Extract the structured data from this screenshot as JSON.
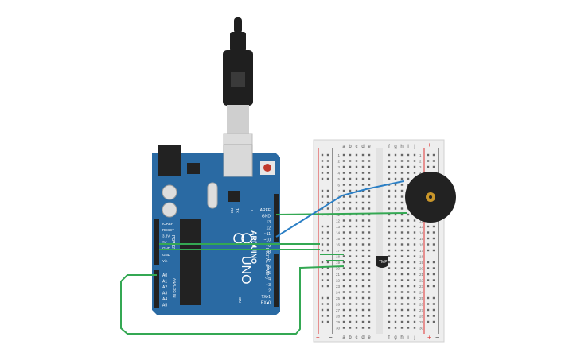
{
  "board": {
    "model": "UNO",
    "brand": "ARDUINO",
    "digital_header_label": "DIGITAL (PWM~)",
    "power_header_label": "POWER",
    "analog_header_label": "ANALOG IN",
    "tx_label": "TX",
    "rx_label": "RX",
    "on_label": "ON",
    "l_label": "L",
    "top_pins": [
      "AREF",
      "GND",
      "13",
      "12",
      "~11",
      "~10",
      "~9",
      "8"
    ],
    "mid_pins": [
      "7",
      "~6",
      "~5",
      "4",
      "~3",
      "2",
      "TX▸1",
      "RX◂0"
    ],
    "power_pins": [
      "IOREF",
      "RESET",
      "3.3V",
      "5V",
      "GND",
      "GND",
      "Vin"
    ],
    "analog_pins": [
      "A0",
      "A1",
      "A2",
      "A3",
      "A4",
      "A5"
    ]
  },
  "breadboard": {
    "columns_left": [
      "a",
      "b",
      "c",
      "d",
      "e"
    ],
    "columns_right": [
      "f",
      "g",
      "h",
      "i",
      "j"
    ],
    "rail_plus": "+",
    "rail_minus": "−",
    "rows": 30
  },
  "sensor": {
    "label": "TMP"
  },
  "colors": {
    "board": "#2a6aa3",
    "wire_green": "#34a853",
    "wire_blue": "#2b7fc5",
    "buzzer": "#222222",
    "buzzer_center": "#c9962a",
    "usb": "#1f1f1f",
    "breadboard": "#eeeeee"
  }
}
